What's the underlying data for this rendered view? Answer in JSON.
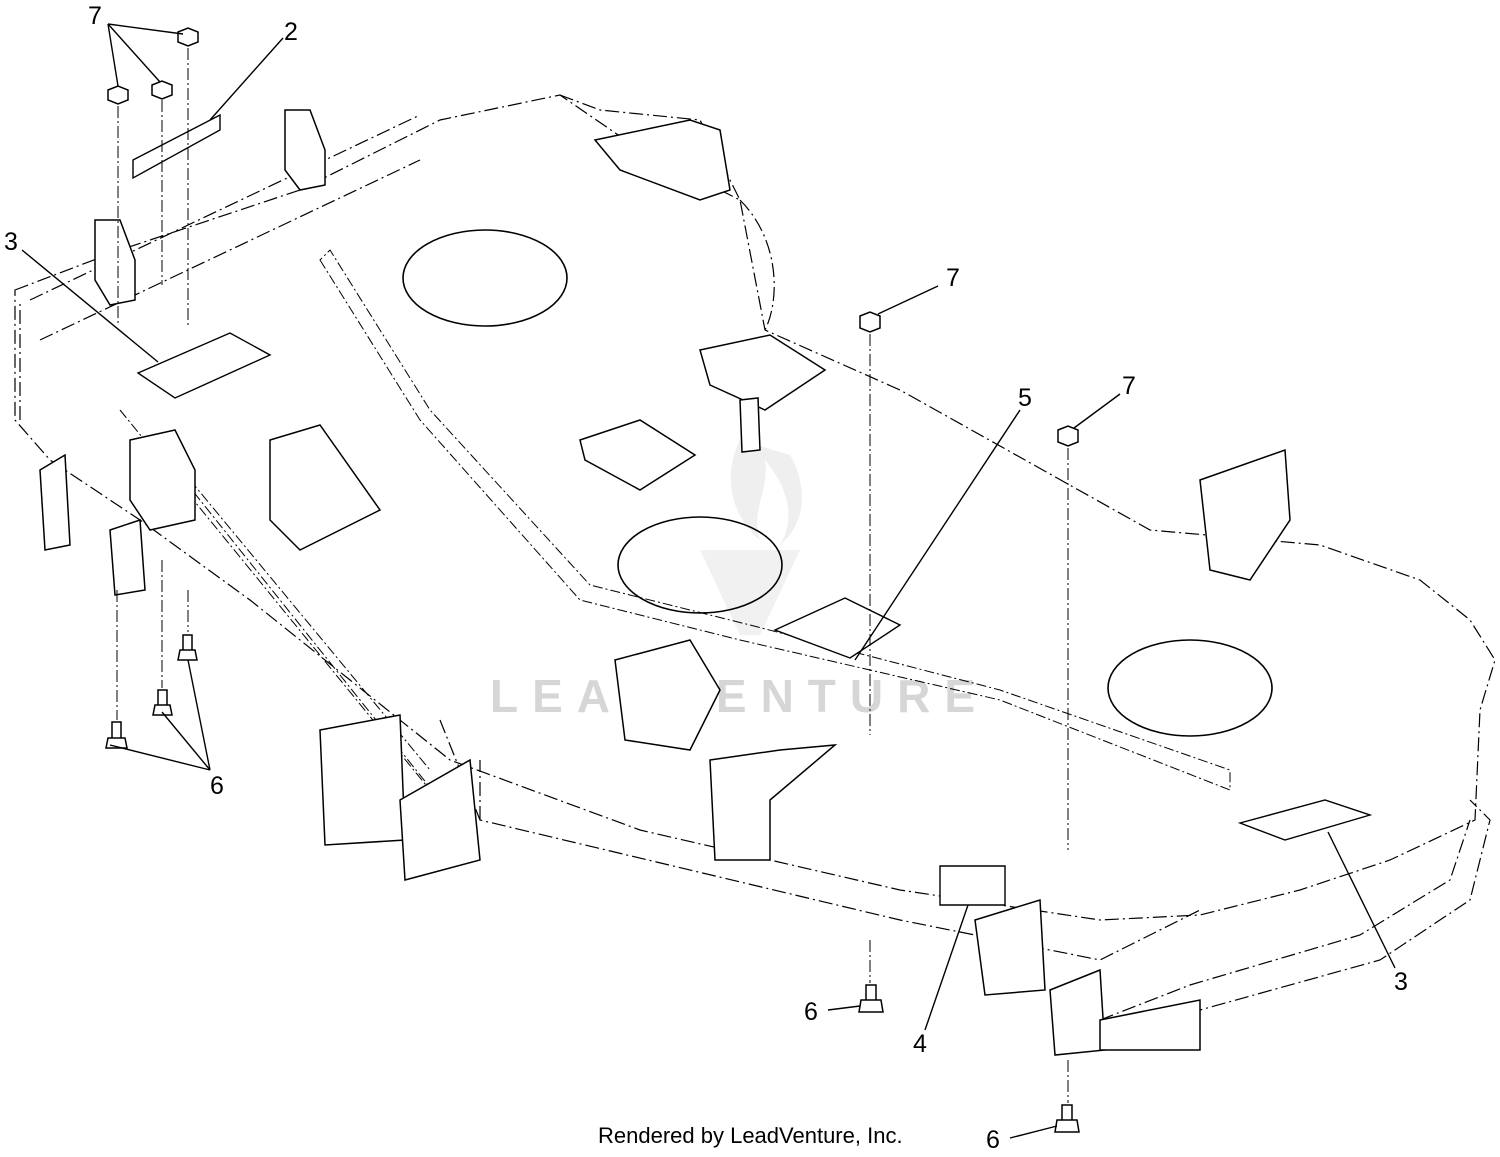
{
  "callouts": {
    "c7_top_left": "7",
    "c2": "2",
    "c3_left": "3",
    "c7_center": "7",
    "c5": "5",
    "c7_right": "7",
    "c6_left": "6",
    "c6_bottom_center": "6",
    "c4": "4",
    "c3_right": "3",
    "c6_bottom": "6"
  },
  "watermark": "LEADVENTURE",
  "footer": "Rendered by LeadVenture, Inc."
}
